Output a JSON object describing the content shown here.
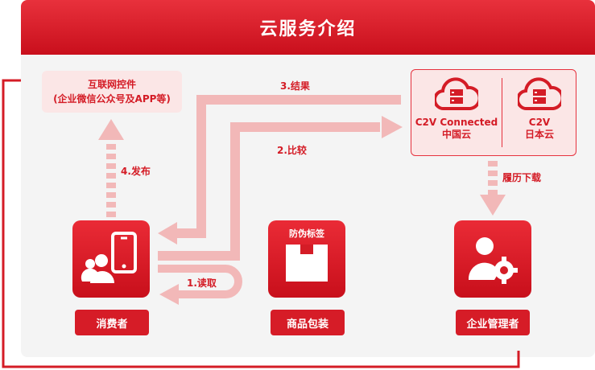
{
  "header": {
    "title": "云服务介绍"
  },
  "top_left_box": {
    "line1": "互联网控件",
    "line2": "(企业微信公众号及APP等)"
  },
  "cloud": {
    "col1_line1": "C2V  Connected",
    "col1_line2": "中国云",
    "col2_line1": "C2V",
    "col2_line2": "日本云"
  },
  "arrows": {
    "a1": "1.读取",
    "a2": "2.比较",
    "a3": "3.结果",
    "a4": "4.发布",
    "download": "履历下载"
  },
  "nodes": {
    "consumer": "消费者",
    "package": "商品包装",
    "package_tag": "防伪标签",
    "enterprise": "企业管理者"
  },
  "colors": {
    "brand_red": "#d41c26",
    "arrow_pink": "#f2b8b8",
    "panel_bg": "#f4f4f4"
  }
}
